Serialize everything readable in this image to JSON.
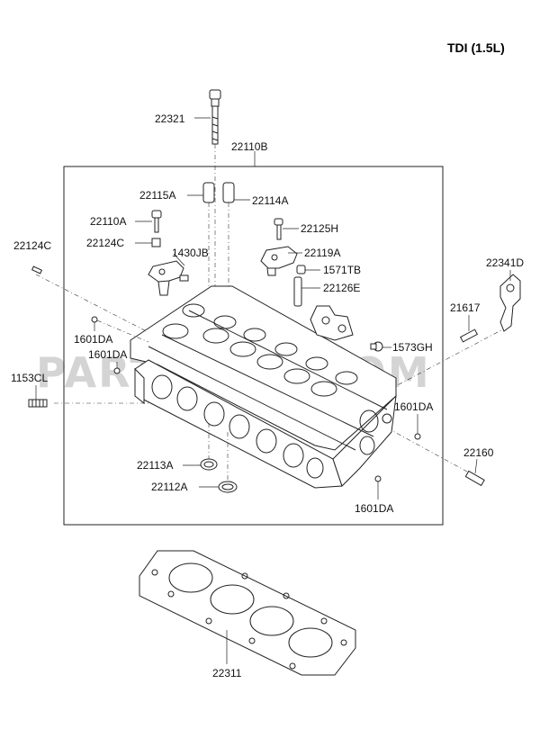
{
  "title": "TDI (1.5L)",
  "watermark": "PARTSOUQ.COM",
  "labels": {
    "p22321": "22321",
    "p22110B": "22110B",
    "p22115A": "22115A",
    "p22114A": "22114A",
    "p22110A": "22110A",
    "p22124C_small": "22124C",
    "p22125H": "22125H",
    "p1430JB": "1430JB",
    "p22119A": "22119A",
    "p1571TB": "1571TB",
    "p22126E": "22126E",
    "p22124C_left": "22124C",
    "p22341D": "22341D",
    "p21617": "21617",
    "p1601DA_a": "1601DA",
    "p1601DA_b": "1601DA",
    "p1573GH": "1573GH",
    "p1153CL": "1153CL",
    "p1601DA_c": "1601DA",
    "p22160": "22160",
    "p22113A": "22113A",
    "p22112A": "22112A",
    "p1601DA_d": "1601DA",
    "p22311": "22311"
  }
}
